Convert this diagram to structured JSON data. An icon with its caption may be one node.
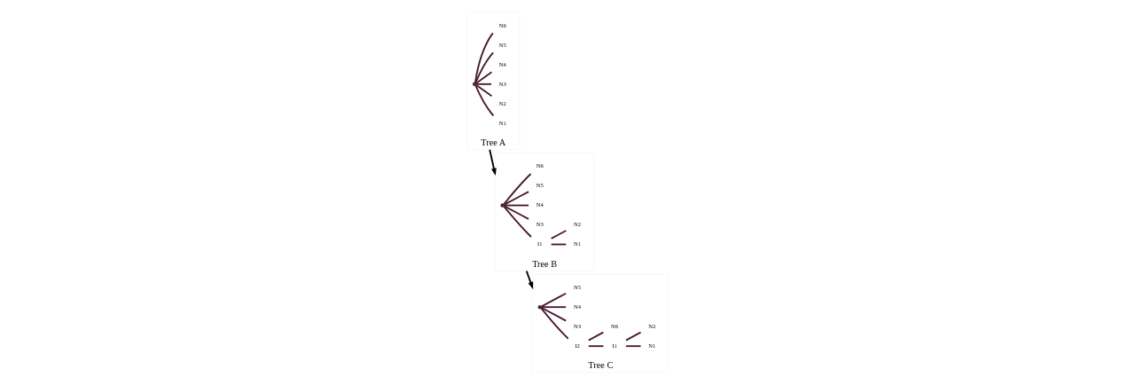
{
  "diagram": {
    "nodes": [
      {
        "text": [
          "Tree A"
        ]
      },
      {
        "text": [],
        "shape": "point",
        "in": 0
      },
      {
        "text": [
          "N1"
        ],
        "in": 0
      },
      {
        "text": [
          "N2"
        ],
        "in": 0
      },
      {
        "text": [
          "N3"
        ],
        "in": 0
      },
      {
        "text": [
          "N4"
        ],
        "in": 0
      },
      {
        "text": [
          "N5"
        ],
        "in": 0
      },
      {
        "text": [
          "N6"
        ],
        "in": 0
      },
      {
        "text": [
          "Tree B"
        ]
      },
      {
        "text": [],
        "shape": "point",
        "in": 8
      },
      {
        "text": [
          "I1"
        ],
        "in": 8
      },
      {
        "text": [
          "N1"
        ],
        "in": 8
      },
      {
        "text": [
          "N2"
        ],
        "in": 8
      },
      {
        "text": [
          "N3"
        ],
        "in": 8
      },
      {
        "text": [
          "N4"
        ],
        "in": 8
      },
      {
        "text": [
          "N5"
        ],
        "in": 8
      },
      {
        "text": [
          "N6"
        ],
        "in": 8
      },
      {
        "text": [
          "Tree C"
        ]
      },
      {
        "text": [],
        "shape": "point",
        "in": 17
      },
      {
        "text": [
          "I2"
        ],
        "in": 17
      },
      {
        "text": [
          "I1"
        ],
        "in": 17
      },
      {
        "text": [
          "N1"
        ],
        "in": 17
      },
      {
        "text": [
          "N2"
        ],
        "in": 17
      },
      {
        "text": [
          "N3"
        ],
        "in": 17
      },
      {
        "text": [
          "N4"
        ],
        "in": 17
      },
      {
        "text": [
          "N5"
        ],
        "in": 17
      },
      {
        "text": [
          "N6"
        ],
        "in": 17
      }
    ],
    "edges": [
      {
        "from": 1,
        "to": 2,
        "arrow": "none"
      },
      {
        "from": 1,
        "to": 3,
        "arrow": "none"
      },
      {
        "from": 1,
        "to": 4,
        "arrow": "none"
      },
      {
        "from": 1,
        "to": 5,
        "arrow": "none"
      },
      {
        "from": 1,
        "to": 6,
        "arrow": "none"
      },
      {
        "from": 1,
        "to": 7,
        "arrow": "none"
      },
      {
        "from": 0,
        "to": 8,
        "arrow": "to",
        "color": "#000000"
      },
      {
        "from": 9,
        "to": 10,
        "arrow": "none"
      },
      {
        "from": 10,
        "to": 11,
        "arrow": "none"
      },
      {
        "from": 10,
        "to": 12,
        "arrow": "none"
      },
      {
        "from": 9,
        "to": 13,
        "arrow": "none"
      },
      {
        "from": 9,
        "to": 14,
        "arrow": "none"
      },
      {
        "from": 9,
        "to": 15,
        "arrow": "none"
      },
      {
        "from": 9,
        "to": 16,
        "arrow": "none"
      },
      {
        "from": 8,
        "to": 17,
        "arrow": "to",
        "color": "#000000"
      },
      {
        "from": 18,
        "to": 19,
        "arrow": "none"
      },
      {
        "from": 19,
        "to": 26,
        "arrow": "none"
      },
      {
        "from": 19,
        "to": 20,
        "arrow": "none"
      },
      {
        "from": 20,
        "to": 21,
        "arrow": "none"
      },
      {
        "from": 20,
        "to": 22,
        "arrow": "none"
      },
      {
        "from": 18,
        "to": 23,
        "arrow": "none"
      },
      {
        "from": 18,
        "to": 24,
        "arrow": "none"
      },
      {
        "from": 18,
        "to": 25,
        "arrow": "none"
      }
    ]
  }
}
